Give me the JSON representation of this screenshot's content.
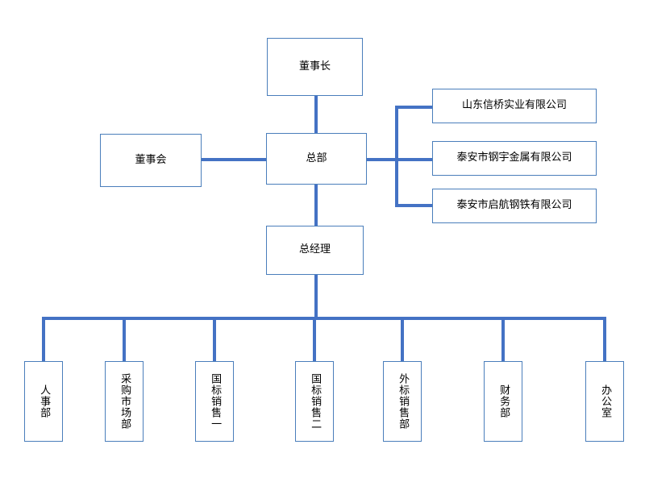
{
  "diagram": {
    "title": "Company Organizational Structure Chart",
    "background_color": "#ffffff",
    "box_border_color": "#4a7ebb",
    "connector_color": "#4472c4",
    "text_color": "#000000"
  },
  "nodes": {
    "chairman": {
      "label": "董事长"
    },
    "board": {
      "label": "董事会"
    },
    "headquarters": {
      "label": "总部"
    },
    "general_manager": {
      "label": "总经理"
    }
  },
  "subsidiaries": [
    {
      "label": "山东信桥实业有限公司"
    },
    {
      "label": "泰安市钢宇金属有限公司"
    },
    {
      "label": "泰安市启航钢铁有限公司"
    }
  ],
  "departments": [
    {
      "label": "人事部"
    },
    {
      "label": "采购市场部"
    },
    {
      "label": "国标销售一"
    },
    {
      "label": "国标销售二"
    },
    {
      "label": "外标销售部"
    },
    {
      "label": "财务部"
    },
    {
      "label": "办公室"
    }
  ]
}
